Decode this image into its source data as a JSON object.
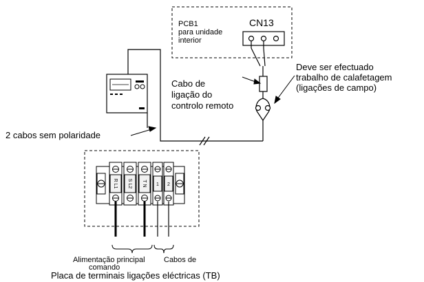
{
  "pcb": {
    "name_line1": "PCB1",
    "name_line2": "para unidade",
    "name_line3": "interior",
    "connector": "CN13"
  },
  "labels": {
    "caulking_line1": "Deve ser efectuado",
    "caulking_line2": "trabalho de calafetagem",
    "caulking_line3": "(ligações de campo)",
    "remote_cable_line1": "Cabo de",
    "remote_cable_line2": "ligação do",
    "remote_cable_line3": "controlo remoto",
    "non_polarity": "2 cabos sem polaridade"
  },
  "terminal_block": {
    "terminals": [
      "R L1",
      "S L2",
      "T N",
      "1",
      "2"
    ],
    "group_main_power": "Alimentação principal",
    "group_control_line1": "Cabos de",
    "group_control_line2": "comando",
    "caption": "Placa de terminais ligações eléctricas (TB)"
  },
  "icons": [
    "remote-controller-icon",
    "terminal-block-icon"
  ]
}
